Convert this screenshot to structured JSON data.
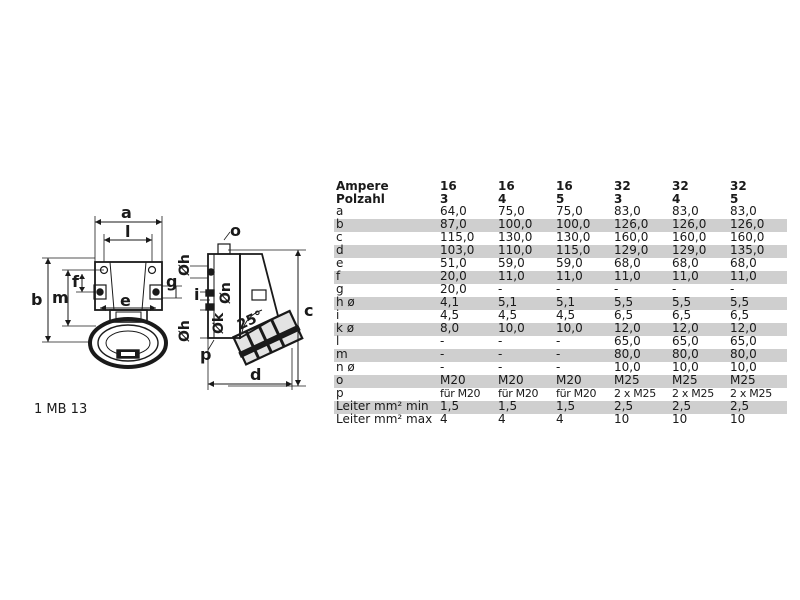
{
  "drawing": {
    "dim_labels": {
      "a": "a",
      "l": "l",
      "b": "b",
      "m": "m",
      "f": "f",
      "e": "e",
      "g": "g",
      "h": "Øh",
      "h2": "Øh",
      "o": "o",
      "i": "i",
      "n": "Øn",
      "k": "Øk",
      "angle": "25°",
      "p": "p",
      "d": "d",
      "c": "c"
    },
    "caption": "1 MB 13"
  },
  "table": {
    "header": {
      "line1": [
        "Ampere",
        "16",
        "16",
        "16",
        "32",
        "32",
        "32"
      ],
      "line2": [
        "Polzahl",
        "3",
        "4",
        "5",
        "3",
        "4",
        "5"
      ]
    },
    "rows": [
      [
        "a",
        "64,0",
        "75,0",
        "75,0",
        "83,0",
        "83,0",
        "83,0"
      ],
      [
        "b",
        "87,0",
        "100,0",
        "100,0",
        "126,0",
        "126,0",
        "126,0"
      ],
      [
        "c",
        "115,0",
        "130,0",
        "130,0",
        "160,0",
        "160,0",
        "160,0"
      ],
      [
        "d",
        "103,0",
        "110,0",
        "115,0",
        "129,0",
        "129,0",
        "135,0"
      ],
      [
        "e",
        "51,0",
        "59,0",
        "59,0",
        "68,0",
        "68,0",
        "68,0"
      ],
      [
        "f",
        "20,0",
        "11,0",
        "11,0",
        "11,0",
        "11,0",
        "11,0"
      ],
      [
        "g",
        "20,0",
        "-",
        "-",
        "-",
        "-",
        "-"
      ],
      [
        "h ø",
        "4,1",
        "5,1",
        "5,1",
        "5,5",
        "5,5",
        "5,5"
      ],
      [
        "i",
        "4,5",
        "4,5",
        "4,5",
        "6,5",
        "6,5",
        "6,5"
      ],
      [
        "k ø",
        "8,0",
        "10,0",
        "10,0",
        "12,0",
        "12,0",
        "12,0"
      ],
      [
        "l",
        "-",
        "-",
        "-",
        "65,0",
        "65,0",
        "65,0"
      ],
      [
        "m",
        "-",
        "-",
        "-",
        "80,0",
        "80,0",
        "80,0"
      ],
      [
        "n ø",
        "-",
        "-",
        "-",
        "10,0",
        "10,0",
        "10,0"
      ],
      [
        "o",
        "M20",
        "M20",
        "M20",
        "M25",
        "M25",
        "M25"
      ],
      [
        "p",
        "für M20",
        "für M20",
        "für M20",
        "2 x  M25",
        "2 x M25",
        "2 x M25"
      ],
      [
        "Leiter mm² min",
        "1,5",
        "1,5",
        "1,5",
        "2,5",
        "2,5",
        "2,5"
      ],
      [
        "Leiter mm² max",
        "4",
        "4",
        "4",
        "10",
        "10",
        "10"
      ]
    ]
  }
}
